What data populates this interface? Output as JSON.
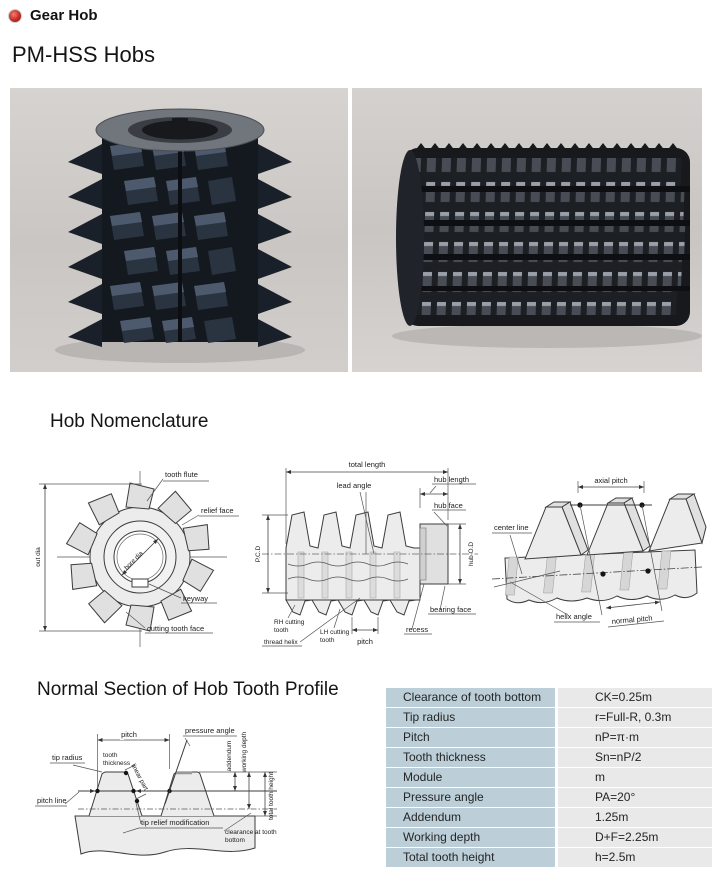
{
  "header": {
    "title": "Gear Hob"
  },
  "headings": {
    "pm_hss": "PM-HSS Hobs",
    "nomenclature": "Hob Nomenclature",
    "profile_section": "Normal Section of Hob Tooth Profile"
  },
  "photos": {
    "left": "vertical-hob-photo",
    "right": "horizontal-hob-photo"
  },
  "diagrams": {
    "end_view": {
      "tooth_flute": "tooth flute",
      "relief_face": "relief face",
      "bore_dia": "bore dia",
      "keyway": "keyway",
      "cutting_tooth_face": "cutting tooth face",
      "out_dia": "out dia"
    },
    "side_view": {
      "total_length": "total length",
      "lead_angle": "lead angle",
      "hub_length": "hub length",
      "hub_face": "hub face",
      "pcd": "P.C.D",
      "hub_od": "hub O.D",
      "bearing_face": "bearing face",
      "recess": "recess",
      "pitch": "pitch",
      "rh_line1": "RH cutting",
      "rh_line2": "tooth",
      "lh_line1": "LH cutting",
      "lh_line2": "tooth",
      "thread_helix": "thread helix"
    },
    "pitch_view": {
      "axial_pitch": "axial pitch",
      "center_line": "center line",
      "helix_angle": "helix angle",
      "normal_pitch": "normal pitch"
    },
    "profile": {
      "pitch": "pitch",
      "pressure_angle": "pressure angle",
      "tip_radius": "tip radius",
      "tooth_thickness_line1": "tooth",
      "tooth_thickness_line2": "thickness",
      "linear_part": "linear part",
      "pitch_line": "pitch line",
      "tip_relief": "tip relief modification",
      "addendum": "addendum",
      "working_depth": "working depth",
      "total_tooth_height": "total tooth height",
      "clearance_line1": "clearance at tooth",
      "clearance_line2": "bottom"
    }
  },
  "spec_table": {
    "rows": [
      {
        "label": "Clearance of tooth bottom",
        "value": "CK=0.25m"
      },
      {
        "label": "Tip radius",
        "value": "r=Full-R, 0.3m"
      },
      {
        "label": "Pitch",
        "value": "nP=π·m"
      },
      {
        "label": "Tooth thickness",
        "value": "Sn=nP/2"
      },
      {
        "label": "Module",
        "value": "m"
      },
      {
        "label": "Pressure angle",
        "value": "PA=20°"
      },
      {
        "label": "Addendum",
        "value": "1.25m"
      },
      {
        "label": "Working depth",
        "value": "D+F=2.25m"
      },
      {
        "label": "Total tooth height",
        "value": "h=2.5m"
      }
    ]
  },
  "colors": {
    "accent_red": "#c62f27",
    "table_label_bg": "#bccfd9",
    "table_value_bg": "#e9e9e9",
    "photo_bg": "#cdc9c6",
    "hob_dark": "#171a20"
  }
}
